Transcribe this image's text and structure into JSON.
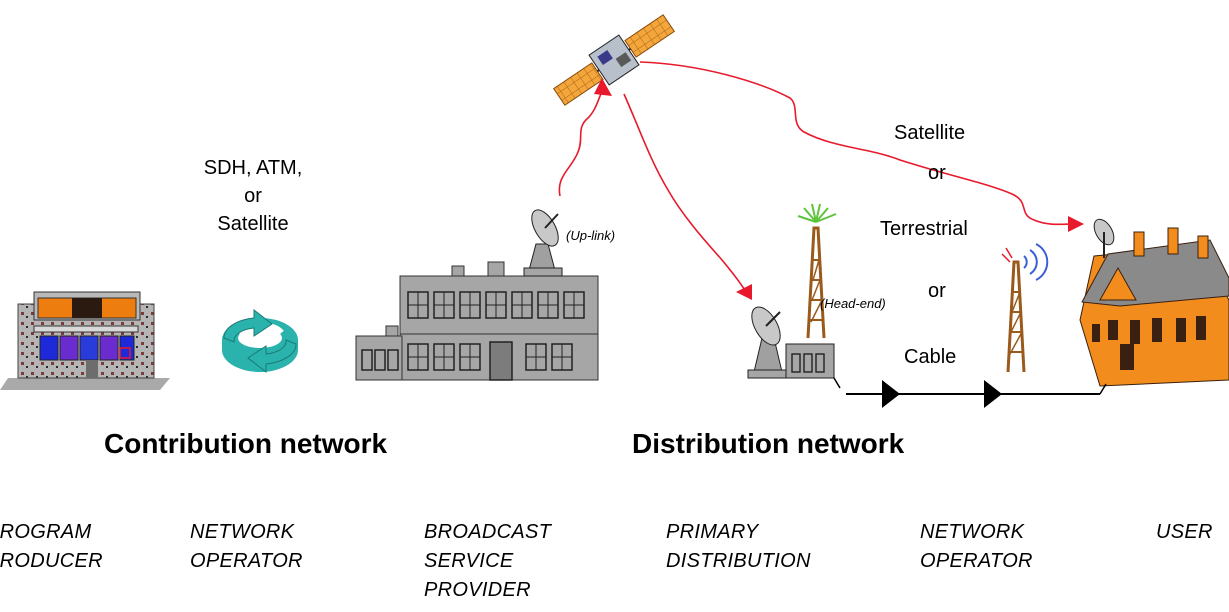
{
  "contribution": {
    "medium_lines": [
      "SDH, ATM,",
      "or",
      "Satellite"
    ],
    "heading": "Contribution network"
  },
  "distribution": {
    "heading": "Distribution network",
    "satellite": "Satellite",
    "or_1": "or",
    "terrestrial": "Terrestrial",
    "or_2": "or",
    "cable": "Cable"
  },
  "annotations": {
    "uplink": "(Up-link)",
    "headend": "(Head-end)"
  },
  "roles": [
    {
      "lines": [
        "PROGRAM",
        "PRODUCER"
      ]
    },
    {
      "lines": [
        "NETWORK",
        "OPERATOR"
      ]
    },
    {
      "lines": [
        "BROADCAST",
        "SERVICE",
        "PROVIDER"
      ]
    },
    {
      "lines": [
        "PRIMARY",
        "DISTRIBUTION"
      ]
    },
    {
      "lines": [
        "NETWORK",
        "OPERATOR"
      ]
    },
    {
      "lines": [
        "USER"
      ]
    }
  ],
  "colors": {
    "arrow_red": "#e8192c",
    "building_gray": "#a6a6a6",
    "studio_orange": "#ee7d10",
    "house_orange": "#f28c1c",
    "roof_gray": "#8a8a8a",
    "teal_icon": "#2ab3ad",
    "satellite_panel": "#f0a43a",
    "tower_brown": "#9a5a1c",
    "signal_green": "#5ec43b",
    "signal_blue": "#3a5fd6"
  }
}
